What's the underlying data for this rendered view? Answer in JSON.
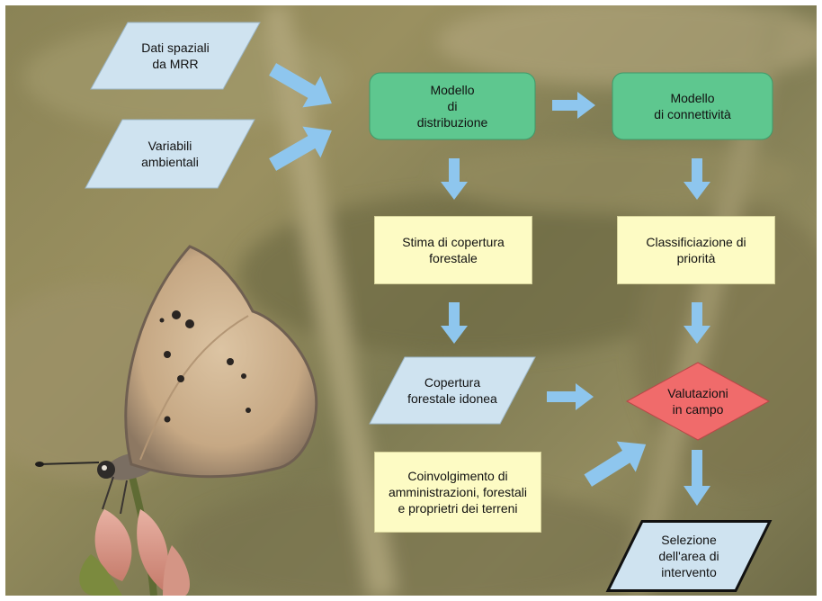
{
  "nodes": {
    "dati_spaziali": "Dati spaziali\nda MRR",
    "variabili_ambientali": "Variabili\nambientali",
    "modello_distribuzione": "Modello\ndi\ndistribuzione",
    "modello_connettivita": "Modello\ndi connettività",
    "stima_copertura": "Stima di copertura\nforestale",
    "classificazione_priorita": "Classificiazione di\npriorità",
    "copertura_idonea": "Copertura\nforestale idonea",
    "valutazioni_campo": "Valutazioni\nin campo",
    "coinvolgimento": "Coinvolgimento di\namministrazioni, forestali\ne proprietri dei terreni",
    "selezione_area": "Selezione\ndell'area di\nintervento"
  },
  "colors": {
    "parallelogram_fill": "#cfe3f0",
    "green_box_fill": "#5ec78f",
    "yellow_box_fill": "#fdfbc4",
    "diamond_fill": "#f06b6b",
    "arrow_fill": "#8ec6ee"
  }
}
